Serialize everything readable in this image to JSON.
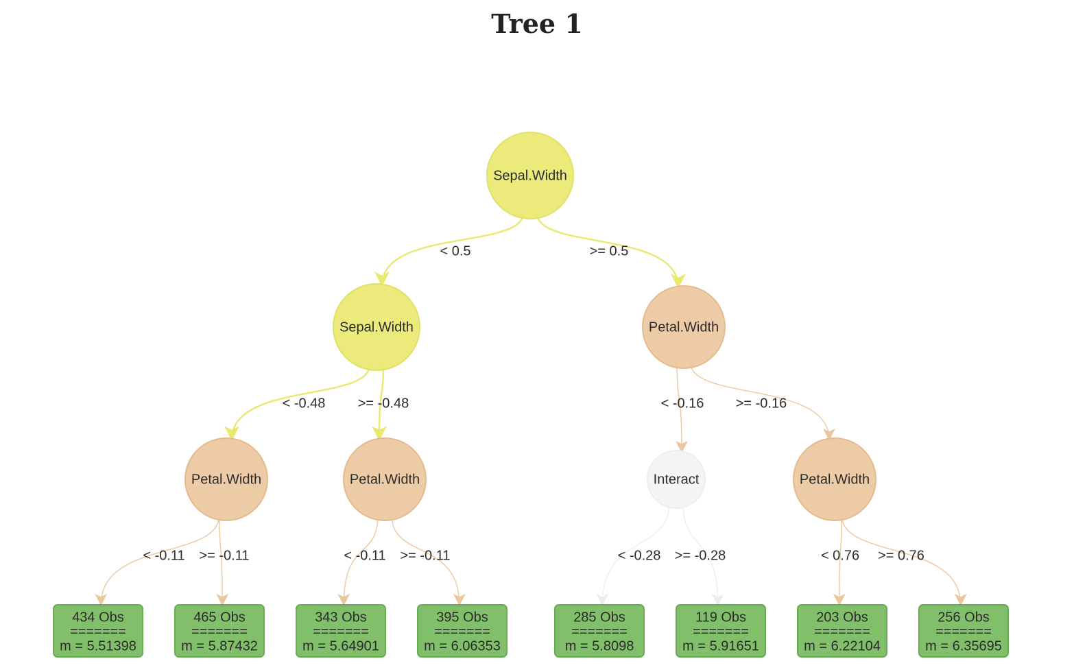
{
  "title": "Tree 1",
  "colors": {
    "split_sepal": "#e9e86f",
    "split_petal": "#ebc79f",
    "split_interact": "#f3f3f3",
    "leaf_fill": "#82bf6b",
    "leaf_stroke": "#66ad52"
  },
  "nodes": [
    {
      "id": "n0",
      "label": "Sepal.Width",
      "kind": "sepal"
    },
    {
      "id": "n1",
      "label": "Sepal.Width",
      "kind": "sepal"
    },
    {
      "id": "n2",
      "label": "Petal.Width",
      "kind": "petal"
    },
    {
      "id": "n3",
      "label": "Petal.Width",
      "kind": "petal"
    },
    {
      "id": "n4",
      "label": "Petal.Width",
      "kind": "petal"
    },
    {
      "id": "n5",
      "label": "Interact",
      "kind": "interact"
    },
    {
      "id": "n6",
      "label": "Petal.Width",
      "kind": "petal"
    }
  ],
  "leaves": [
    {
      "id": "l0",
      "obs": "434 Obs",
      "sep": "=======",
      "mean": "m = 5.51398"
    },
    {
      "id": "l1",
      "obs": "465 Obs",
      "sep": "=======",
      "mean": "m = 5.87432"
    },
    {
      "id": "l2",
      "obs": "343 Obs",
      "sep": "=======",
      "mean": "m = 5.64901"
    },
    {
      "id": "l3",
      "obs": "395 Obs",
      "sep": "=======",
      "mean": "m = 6.06353"
    },
    {
      "id": "l4",
      "obs": "285 Obs",
      "sep": "=======",
      "mean": "m = 5.8098"
    },
    {
      "id": "l5",
      "obs": "119 Obs",
      "sep": "=======",
      "mean": "m = 5.91651"
    },
    {
      "id": "l6",
      "obs": "203 Obs",
      "sep": "=======",
      "mean": "m = 6.22104"
    },
    {
      "id": "l7",
      "obs": "256 Obs",
      "sep": "=======",
      "mean": "m = 6.35695"
    }
  ],
  "edges": [
    {
      "from": "n0",
      "to": "n1",
      "label": "< 0.5"
    },
    {
      "from": "n0",
      "to": "n2",
      "label": ">= 0.5"
    },
    {
      "from": "n1",
      "to": "n3",
      "label": "< -0.48"
    },
    {
      "from": "n1",
      "to": "n4",
      "label": ">= -0.48"
    },
    {
      "from": "n2",
      "to": "n5",
      "label": "< -0.16"
    },
    {
      "from": "n2",
      "to": "n6",
      "label": ">= -0.16"
    },
    {
      "from": "n3",
      "to": "l0",
      "label": "< -0.11"
    },
    {
      "from": "n3",
      "to": "l1",
      "label": ">= -0.11"
    },
    {
      "from": "n4",
      "to": "l2",
      "label": "< -0.11"
    },
    {
      "from": "n4",
      "to": "l3",
      "label": ">= -0.11"
    },
    {
      "from": "n5",
      "to": "l4",
      "label": "< -0.28"
    },
    {
      "from": "n5",
      "to": "l5",
      "label": ">= -0.28"
    },
    {
      "from": "n6",
      "to": "l6",
      "label": "< 0.76"
    },
    {
      "from": "n6",
      "to": "l7",
      "label": ">= 0.76"
    }
  ]
}
